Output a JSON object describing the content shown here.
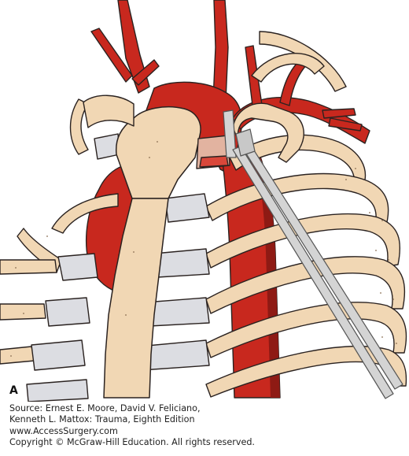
{
  "figure": {
    "panel_label": "A"
  },
  "caption": {
    "source_line_1": "Source: Ernest E. Moore, David V. Feliciano,",
    "source_line_2": "Kenneth L. Mattox: Trauma, Eighth Edition",
    "website": "www.AccessSurgery.com",
    "copyright": "Copyright © McGraw-Hill Education. All rights reserved."
  },
  "colors": {
    "artery": "#c8281e",
    "artery_dark": "#8e1a14",
    "bone": "#f1d7b4",
    "bone_outline": "#6b5a48",
    "cartilage": "#dcdde2",
    "instrument": "#c8c8c8",
    "outline": "#2a2220"
  }
}
